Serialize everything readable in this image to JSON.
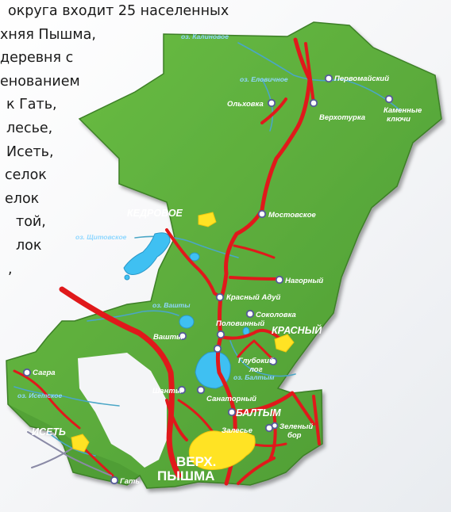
{
  "document": {
    "lines": [
      "округа входит 25 населенных",
      "хняя  Пышма,",
      "деревня          с",
      "енованием",
      "к Гать,",
      "лесье,",
      "Исеть,",
      "селок",
      "елок",
      "той,",
      "лок",
      ","
    ]
  },
  "map": {
    "colors": {
      "land": "#5aab3c",
      "land_dark": "#3f8a2a",
      "road": "#e0191b",
      "river": "#49a8c8",
      "lake": "#3fc0f2",
      "town": "#ffe324",
      "label": "#ffffff"
    },
    "towns": {
      "kedrovoe": "КЕДРОВОЕ",
      "krasny": "КРАСНЫЙ",
      "baltym": "БАЛТЫМ",
      "iset": "ИСЕТЬ",
      "verkh_line1": "ВЕРХ.",
      "verkh_line2": "ПЫШМА"
    },
    "villages": {
      "pervomaisky": "Первомайский",
      "olkhovka": "Ольховка",
      "verkhoturka": "Верхотурка",
      "kamennye1": "Каменные",
      "kamennye2": "ключи",
      "mostovskoe": "Мостовское",
      "nagorny": "Нагорный",
      "krasny_aduy": "Красный Адуй",
      "sokolovka": "Соколовка",
      "polovinny": "Половинный",
      "vashty": "Вашты",
      "glubokiy1": "Глубокий",
      "glubokiy2": "лог",
      "shanty": "Шанты",
      "sanatorny": "Санаторный",
      "zalesye": "Залесье",
      "zeleny1": "Зеленый",
      "zeleny2": "бор",
      "sagra": "Сагра",
      "gat": "Гать"
    },
    "lakes": {
      "kalinovoe": "оз. Калиновое",
      "elovoe": "оз. Еловичное",
      "shchitovskoe": "оз. Щитовское",
      "vashty": "оз. Вашты",
      "baltym": "оз. Балтым",
      "isetskoe": "оз. Исетское"
    }
  }
}
